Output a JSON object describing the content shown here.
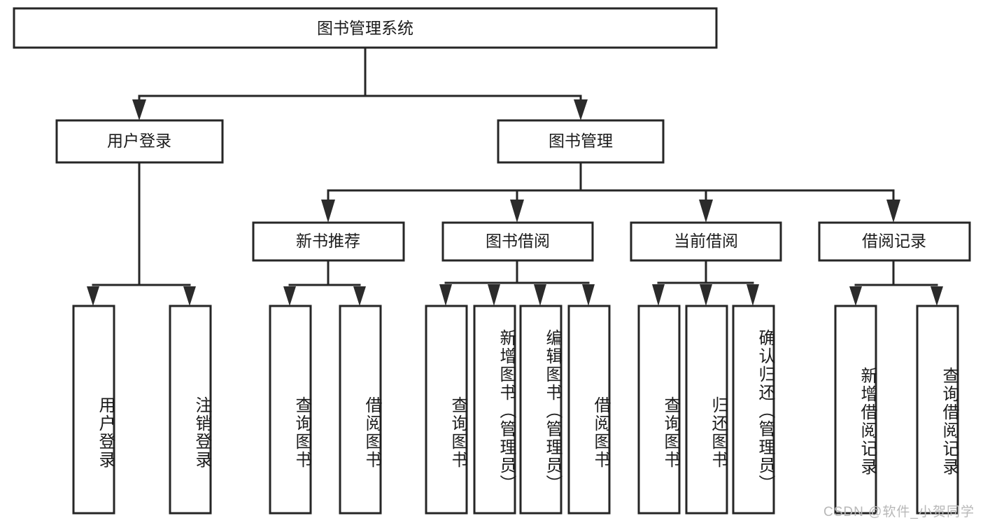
{
  "diagram": {
    "title": "图书管理系统",
    "type": "tree-hierarchy-diagram",
    "colors": {
      "box_stroke": "#262626",
      "box_fill": "#ffffff",
      "text": "#1b1b1b",
      "arrow": "#2b2b2b",
      "watermark": "#b8b8b8",
      "background": "#ffffff"
    },
    "root": {
      "label": "图书管理系统"
    },
    "level2": [
      {
        "label": "用户登录"
      },
      {
        "label": "图书管理"
      }
    ],
    "level3": [
      {
        "label": "新书推荐"
      },
      {
        "label": "图书借阅"
      },
      {
        "label": "当前借阅"
      },
      {
        "label": "借阅记录"
      }
    ],
    "leaves": {
      "user_login": [
        {
          "label": "用户登录"
        },
        {
          "label": "注销登录"
        }
      ],
      "new_book_recommend": [
        {
          "label": "查询图书"
        },
        {
          "label": "借阅图书"
        }
      ],
      "book_borrow": [
        {
          "label": "查询图书"
        },
        {
          "label": "新增图书（管理员）"
        },
        {
          "label": "编辑图书（管理员）"
        },
        {
          "label": "借阅图书"
        }
      ],
      "current_borrow": [
        {
          "label": "查询图书"
        },
        {
          "label": "归还图书"
        },
        {
          "label": "确认归还（管理员）"
        }
      ],
      "borrow_record": [
        {
          "label": "新增借阅记录"
        },
        {
          "label": "查询借阅记录"
        }
      ]
    },
    "watermark": "CSDN @软件_小贺同学"
  }
}
